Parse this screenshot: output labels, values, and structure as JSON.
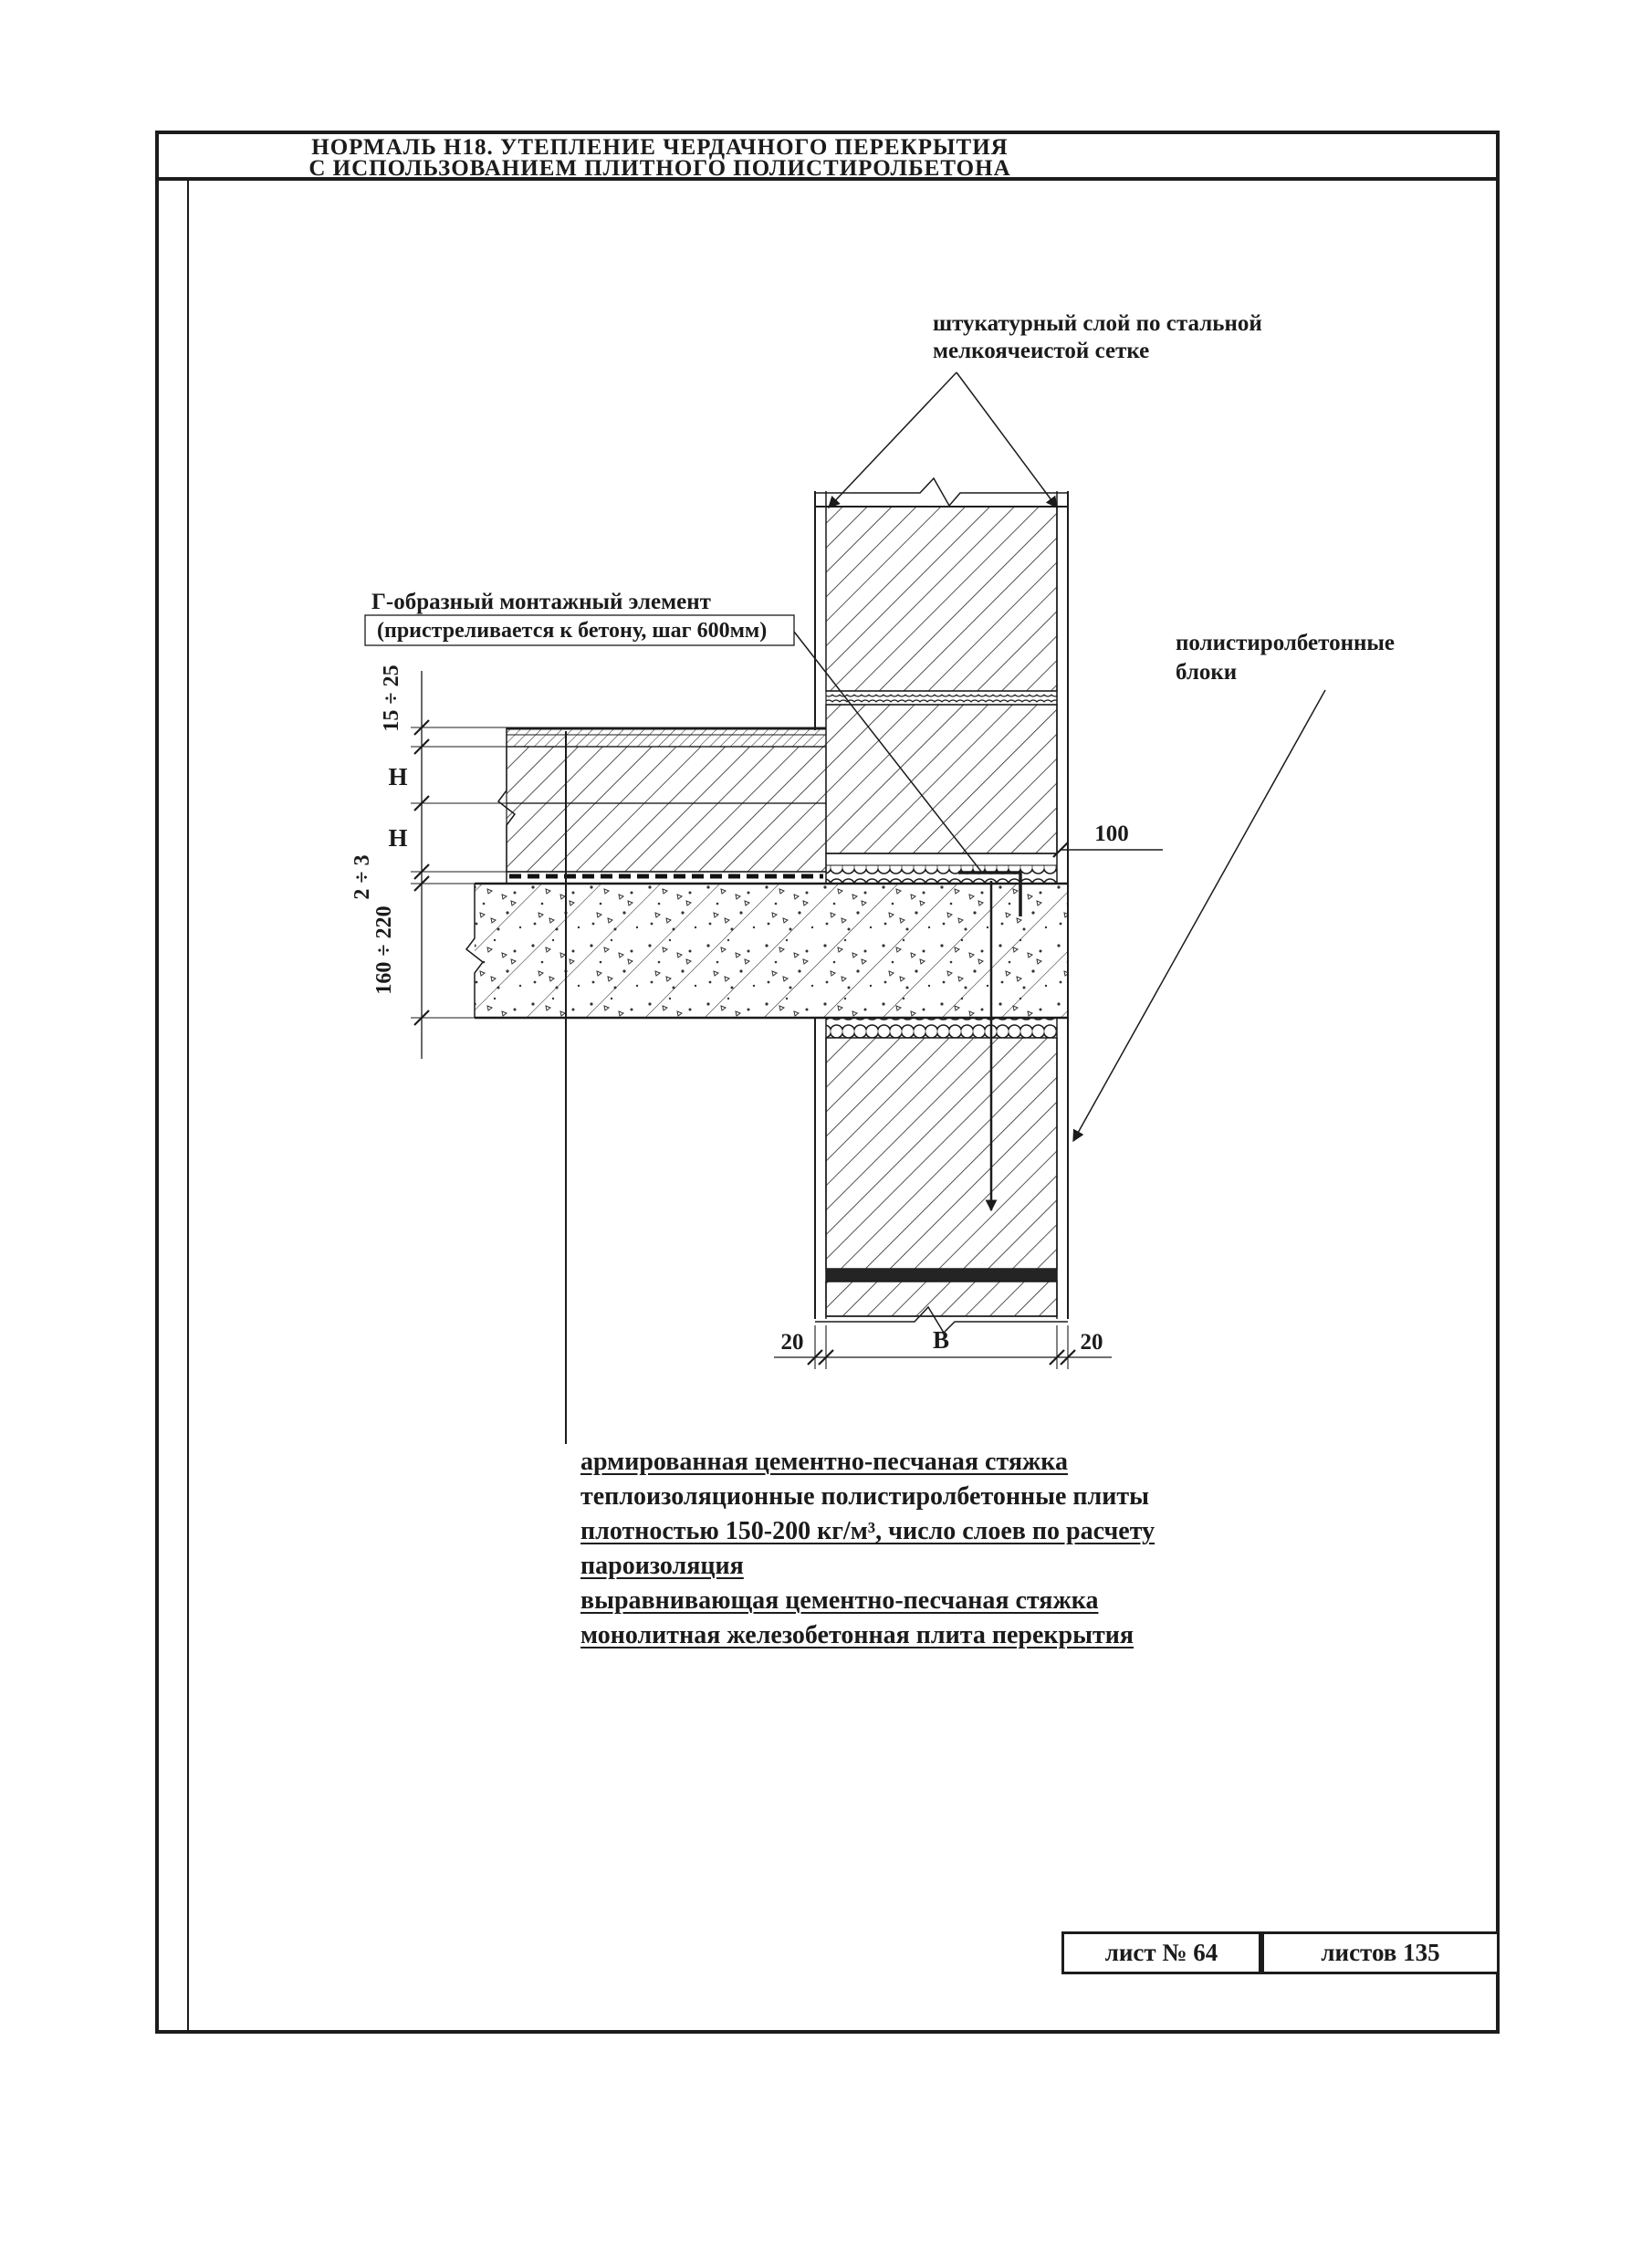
{
  "title": {
    "line1": "НОРМАЛЬ Н18. УТЕПЛЕНИЕ ЧЕРДАЧНОГО ПЕРЕКРЫТИЯ",
    "line2": "С ИСПОЛЬЗОВАНИЕМ ПЛИТНОГО ПОЛИСТИРОЛБЕТОНА"
  },
  "callouts": {
    "plaster_line1": "штукатурный слой по стальной",
    "plaster_line2": "мелкоячеистой сетке",
    "mount_line1": "Г-образный монтажный элемент",
    "mount_line2": "(пристреливается к бетону, шаг 600мм)",
    "blocks_line1": "полистиролбетонные",
    "blocks_line2": "блоки"
  },
  "dims": {
    "screed_top": "15 ÷ 25",
    "layer_h1": "Н",
    "layer_h2": "Н",
    "leveling": "2 ÷ 3",
    "slab": "160 ÷ 220",
    "bearing": "100",
    "plaster_left": "20",
    "wall_width": "В",
    "plaster_right": "20"
  },
  "legend": [
    {
      "text": "армированная цементно-песчаная стяжка",
      "underline": true
    },
    {
      "text": "теплоизоляционные полистиролбетонные плиты",
      "underline": false
    },
    {
      "text": "плотностью 150-200 кг/м³, число слоев по расчету",
      "underline": true
    },
    {
      "text": "пароизоляция",
      "underline": true
    },
    {
      "text": "выравнивающая цементно-песчаная стяжка",
      "underline": true
    },
    {
      "text": "монолитная железобетонная плита перекрытия",
      "underline": true
    }
  ],
  "footer": {
    "sheet_label": "лист № 64",
    "total_label": "листов 135"
  }
}
